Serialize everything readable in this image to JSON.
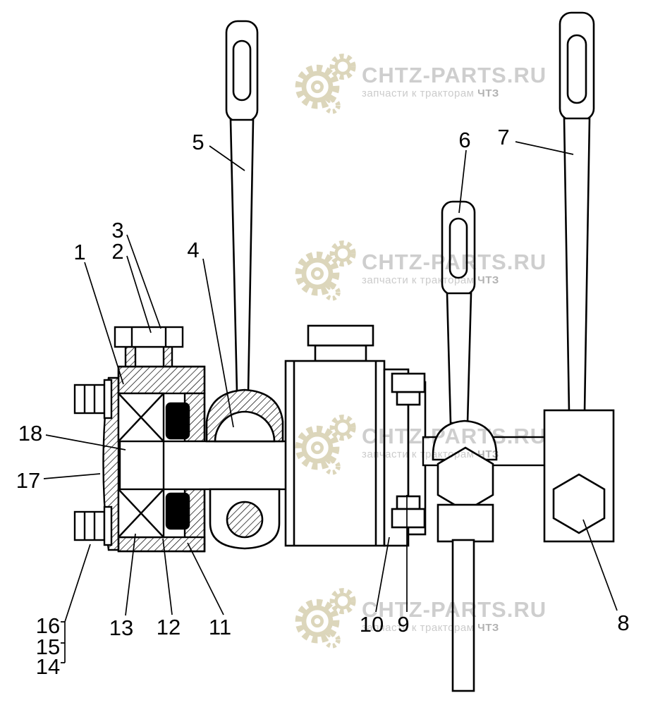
{
  "diagram": {
    "type": "technical-parts-drawing",
    "callouts": [
      {
        "label": "1"
      },
      {
        "label": "2"
      },
      {
        "label": "3"
      },
      {
        "label": "4"
      },
      {
        "label": "5"
      },
      {
        "label": "6"
      },
      {
        "label": "7"
      },
      {
        "label": "8"
      },
      {
        "label": "9"
      },
      {
        "label": "10"
      },
      {
        "label": "11"
      },
      {
        "label": "12"
      },
      {
        "label": "13"
      },
      {
        "label": "14"
      },
      {
        "label": "15"
      },
      {
        "label": "16"
      },
      {
        "label": "17"
      },
      {
        "label": "18"
      }
    ]
  },
  "watermark": {
    "brand": "CHTZ-PARTS.RU",
    "tagline": "запчасти к тракторам",
    "tagline_suffix": "ЧТЗ",
    "text_color": "#c9c9c9",
    "gear_color": "#d9d2b4"
  }
}
